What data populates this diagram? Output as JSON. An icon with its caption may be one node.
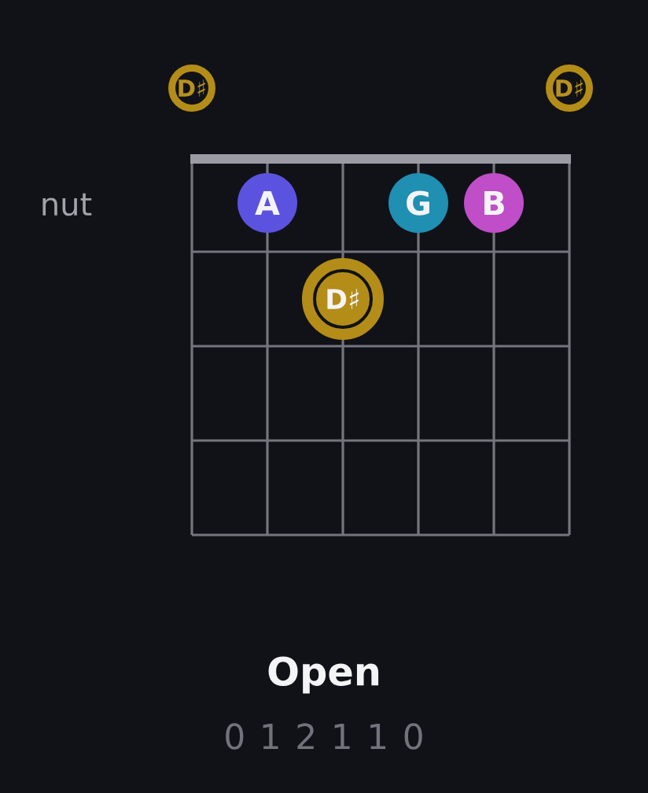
{
  "diagram": {
    "title": "Open",
    "nodes": [
      {
        "text": [
          "D♯"
        ]
      },
      {
        "text": [
          "D♯"
        ]
      },
      {
        "text": [
          "A"
        ]
      },
      {
        "text": [
          "G"
        ]
      },
      {
        "text": [
          "B"
        ]
      },
      {
        "text": [
          "D♯"
        ]
      }
    ],
    "labels": [
      "nut",
      "0 1 2 1 1 0"
    ]
  }
}
